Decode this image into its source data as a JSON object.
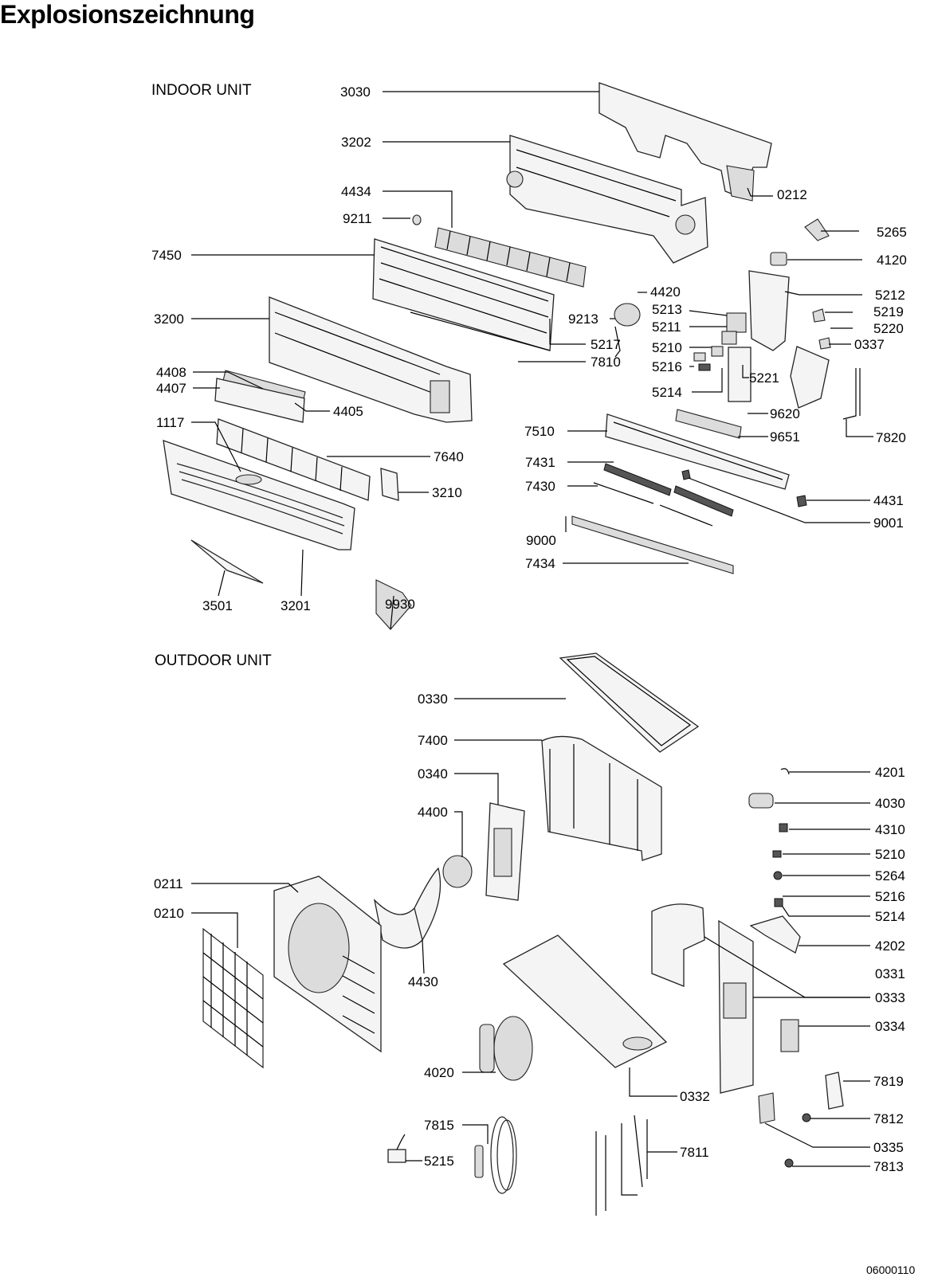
{
  "page_title": "Explosionszeichnung",
  "indoor_unit": {
    "title": "INDOOR UNIT",
    "labels": [
      "3030",
      "3202",
      "0212",
      "4434",
      "9211",
      "5265",
      "7450",
      "4120",
      "4420",
      "5212",
      "5213",
      "5219",
      "9213",
      "5211",
      "5220",
      "3200",
      "5217",
      "5210",
      "0337",
      "7810",
      "5216",
      "5221",
      "4408",
      "4407",
      "4405",
      "5214",
      "9620",
      "1117",
      "7510",
      "9651",
      "7820",
      "7640",
      "7431",
      "3210",
      "7430",
      "4431",
      "9001",
      "9000",
      "7434",
      "3501",
      "3201",
      "9930"
    ]
  },
  "outdoor_unit": {
    "title": "OUTDOOR UNIT",
    "labels": [
      "0330",
      "7400",
      "4201",
      "0340",
      "4030",
      "4400",
      "4310",
      "5210",
      "0211",
      "5264",
      "5216",
      "0210",
      "5214",
      "4202",
      "0331",
      "4430",
      "0333",
      "0334",
      "4020",
      "0332",
      "7819",
      "7815",
      "7812",
      "7811",
      "0335",
      "5215",
      "7813"
    ]
  },
  "doc_code": "06000110"
}
